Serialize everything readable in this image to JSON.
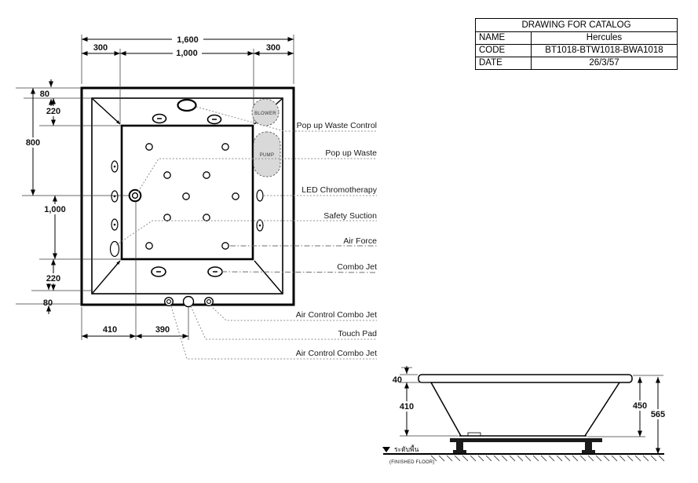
{
  "title_block": {
    "header": "DRAWING FOR CATALOG",
    "rows": [
      {
        "label": "NAME",
        "value": "Hercules"
      },
      {
        "label": "CODE",
        "value": "BT1018-BTW1018-BWA1018"
      },
      {
        "label": "DATE",
        "value": "26/3/57"
      }
    ]
  },
  "plan_view": {
    "dims": {
      "top_total": "1,600",
      "top_left": "300",
      "top_center": "1,000",
      "top_right": "300",
      "left_rim_top": "80",
      "left_deck_top": "220",
      "left_half": "800",
      "left_basin": "1,000",
      "left_deck_bottom": "220",
      "left_rim_bottom": "80",
      "bottom_left": "410",
      "bottom_right": "390"
    },
    "callouts": [
      "Pop up Waste Control",
      "Pop up Waste",
      "LED Chromotherapy",
      "Safety Suction",
      "Air Force",
      "Combo Jet",
      "Air Control Combo Jet",
      "Touch Pad",
      "Air Control Combo Jet"
    ],
    "equipment": {
      "blower": "BLOWER",
      "pump": "PUMP"
    }
  },
  "side_view": {
    "dims": {
      "rim_thickness": "40",
      "body_depth": "410",
      "tub_height": "450",
      "total_height": "565"
    },
    "floor_label_thai": "ระดับพื้น",
    "floor_label_en": "(FINISHED FLOOR)"
  },
  "colors": {
    "line": "#000000",
    "equipment_fill": "#d9d9d9",
    "leader": "#8f8f8f"
  }
}
